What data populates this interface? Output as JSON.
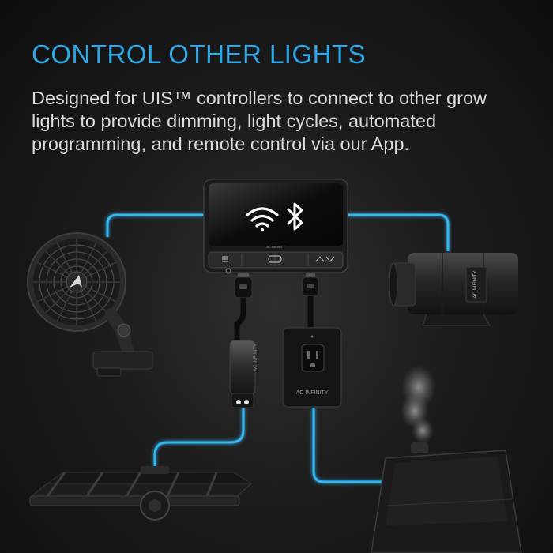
{
  "headline": "CONTROL OTHER LIGHTS",
  "description_lines": [
    "Designed for UIS™ controllers to connect to other grow",
    "lights to provide dimming, light cycles, automated",
    "programming, and remote control via our App."
  ],
  "controller": {
    "brand_text": "AC INFINITY",
    "wifi_icon": "wifi-icon",
    "bluetooth_icon": "bluetooth-icon",
    "buttons": [
      "menu-button-icon",
      "mode-button-icon",
      "up-button-icon",
      "down-button-icon"
    ]
  },
  "outlet_adapter_label": "AC INFINITY",
  "inline_fan_label": "AC INFINITY",
  "colors": {
    "accent": "#2ea8e6",
    "cable_glow": "#35b6f0",
    "background": "#1c1c1c",
    "body_text": "#dcdcdc"
  }
}
